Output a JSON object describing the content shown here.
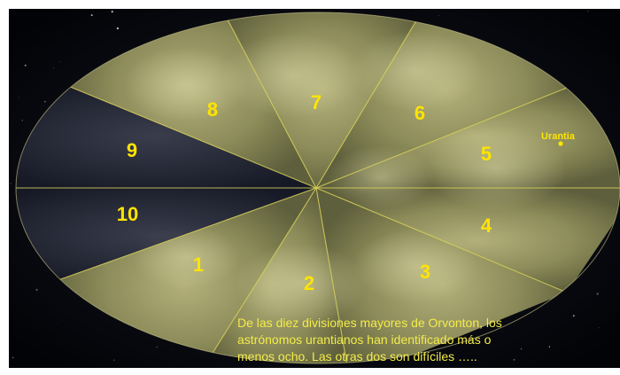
{
  "diagram": {
    "sectors": [
      {
        "id": "1",
        "label": "1",
        "lit": true
      },
      {
        "id": "2",
        "label": "2",
        "lit": true
      },
      {
        "id": "3",
        "label": "3",
        "lit": true
      },
      {
        "id": "4",
        "label": "4",
        "lit": true
      },
      {
        "id": "5",
        "label": "5",
        "lit": true
      },
      {
        "id": "6",
        "label": "6",
        "lit": true
      },
      {
        "id": "7",
        "label": "7",
        "lit": true
      },
      {
        "id": "8",
        "label": "8",
        "lit": true
      },
      {
        "id": "9",
        "label": "9",
        "lit": false
      },
      {
        "id": "10",
        "label": "10",
        "lit": false
      }
    ],
    "marker": {
      "label": "Urantia"
    },
    "caption": [
      "De las diez divisiones mayores de Orvonton, los",
      "astrónomos urantianos han identificado más o",
      "menos ocho. Las otras dos son difíciles ….."
    ],
    "colors": {
      "label": "#ffe400",
      "divider": "#d9d25a",
      "caption": "#f3ec4a",
      "lit_fill": "#8f8f5c",
      "dark_fill": "#1c2030",
      "space": "#05060b"
    }
  }
}
